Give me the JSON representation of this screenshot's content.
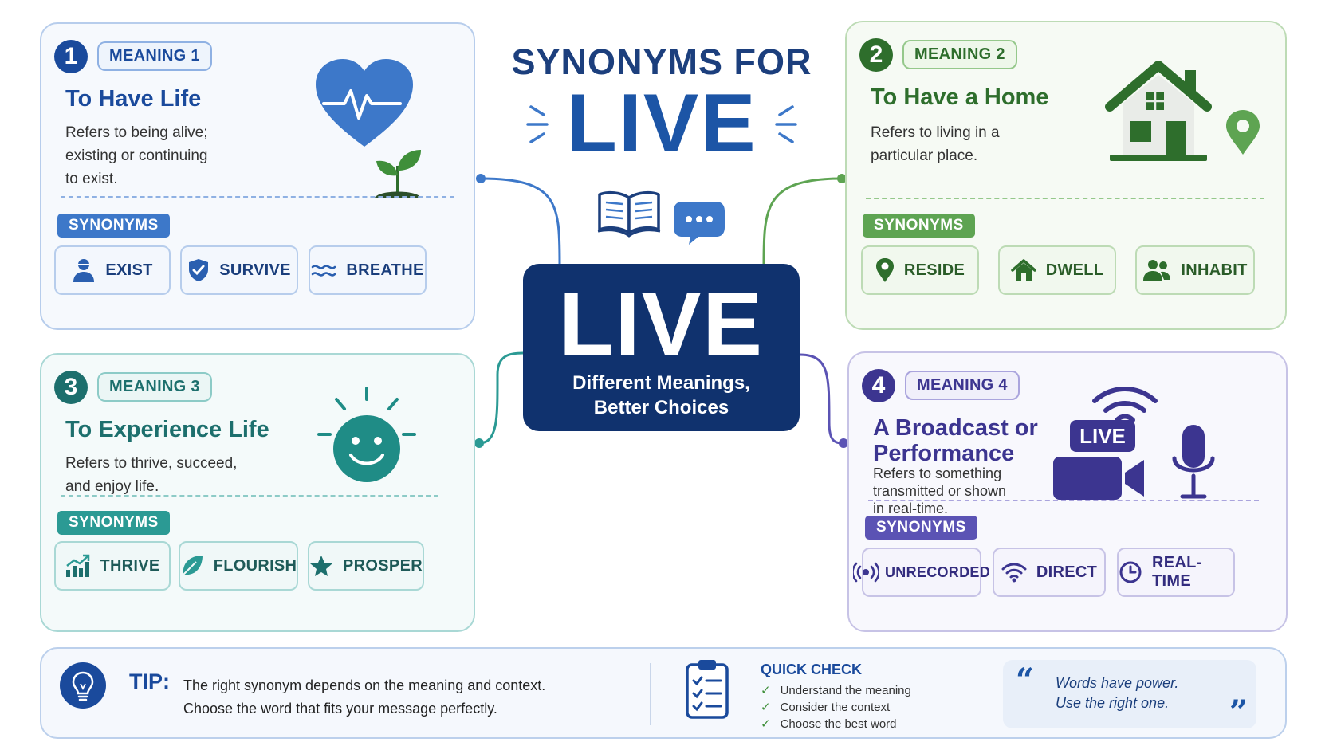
{
  "header": {
    "title": "SYNONYMS FOR",
    "word": "LIVE"
  },
  "center": {
    "word": "LIVE",
    "subtitle_line1": "Different Meanings,",
    "subtitle_line2": "Better Choices"
  },
  "synonyms_label": "SYNONYMS",
  "meanings": [
    {
      "number": "1",
      "label": "MEANING 1",
      "title": "To Have Life",
      "description": [
        "Refers to being alive;",
        "existing or continuing",
        "to exist."
      ],
      "synonyms": [
        {
          "word": "EXIST",
          "icon": "person-icon"
        },
        {
          "word": "SURVIVE",
          "icon": "shield-icon"
        },
        {
          "word": "BREATHE",
          "icon": "wave-icon"
        }
      ],
      "color": "#1a4a9c"
    },
    {
      "number": "2",
      "label": "MEANING 2",
      "title": "To Have a Home",
      "description": [
        "Refers to living in a",
        "particular place."
      ],
      "synonyms": [
        {
          "word": "RESIDE",
          "icon": "location-pin-icon"
        },
        {
          "word": "DWELL",
          "icon": "house-icon"
        },
        {
          "word": "INHABIT",
          "icon": "people-icon"
        }
      ],
      "color": "#2e6e2c"
    },
    {
      "number": "3",
      "label": "MEANING 3",
      "title": "To Experience Life",
      "description": [
        "Refers to thrive, succeed,",
        "and enjoy life."
      ],
      "synonyms": [
        {
          "word": "THRIVE",
          "icon": "growth-chart-icon"
        },
        {
          "word": "FLOURISH",
          "icon": "leaf-icon"
        },
        {
          "word": "PROSPER",
          "icon": "star-icon"
        }
      ],
      "color": "#1d6f6d"
    },
    {
      "number": "4",
      "label": "MEANING 4",
      "title_line1": "A Broadcast or",
      "title_line2": "Performance",
      "description": [
        "Refers to something",
        "transmitted or shown",
        "in real-time."
      ],
      "synonyms": [
        {
          "word": "UNRECORDED",
          "icon": "broadcast-icon"
        },
        {
          "word": "DIRECT",
          "icon": "wifi-icon"
        },
        {
          "word": "REAL-TIME",
          "icon": "clock-icon"
        }
      ],
      "badge": "LIVE",
      "color": "#3c3590"
    }
  ],
  "tip": {
    "label": "TIP:",
    "line1": "The right synonym depends on the meaning and context.",
    "line2": "Choose the word that fits your message perfectly."
  },
  "quick_check": {
    "title": "QUICK CHECK",
    "items": [
      "Understand the meaning",
      "Consider the context",
      "Choose the best word"
    ]
  },
  "quote": {
    "line1": "Words have power.",
    "line2": "Use the right one."
  }
}
